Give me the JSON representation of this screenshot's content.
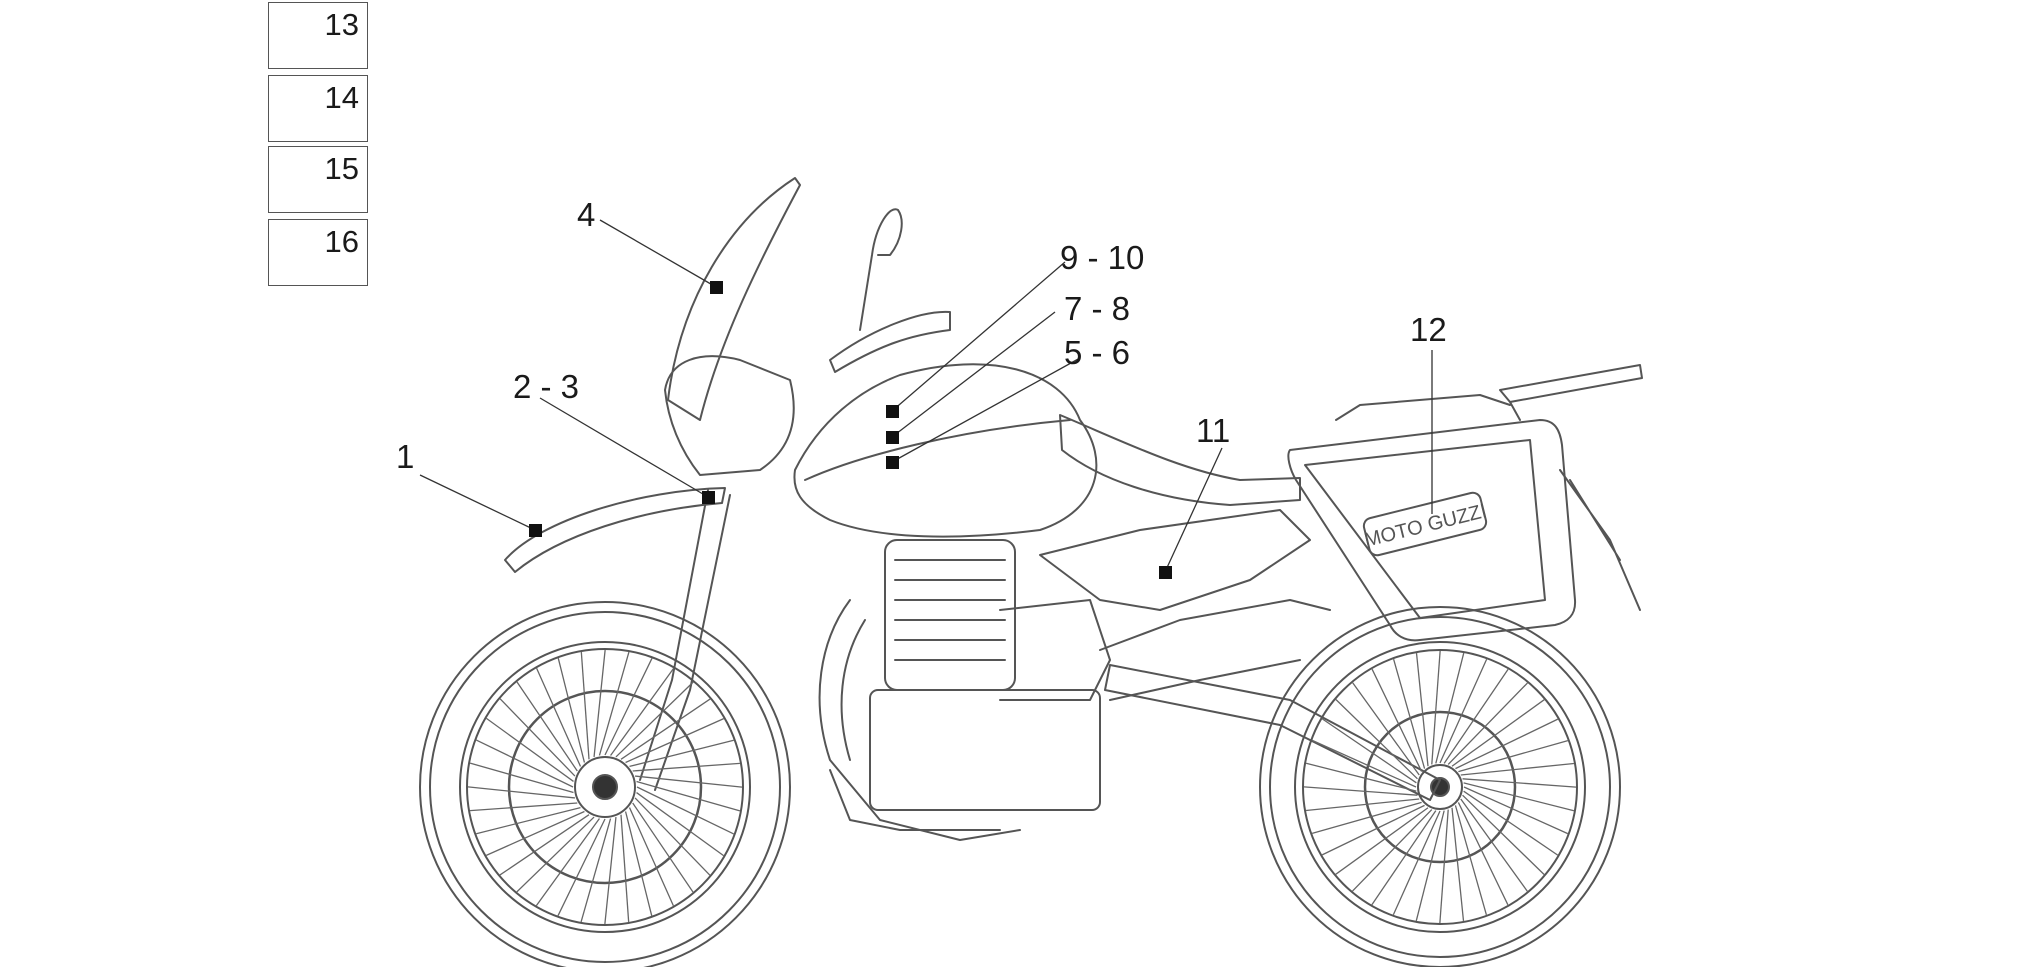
{
  "legend": {
    "items": [
      {
        "label": "13"
      },
      {
        "label": "14"
      },
      {
        "label": "15"
      },
      {
        "label": "16"
      }
    ]
  },
  "callouts": {
    "c1": "1",
    "c23": "2 - 3",
    "c4": "4",
    "c56": "5 - 6",
    "c78": "7 - 8",
    "c910": "9 - 10",
    "c11": "11",
    "c12": "12"
  },
  "case_logo": "MOTO GUZZI",
  "colors": {
    "line": "#444444",
    "marker": "#111111",
    "background": "#ffffff"
  }
}
